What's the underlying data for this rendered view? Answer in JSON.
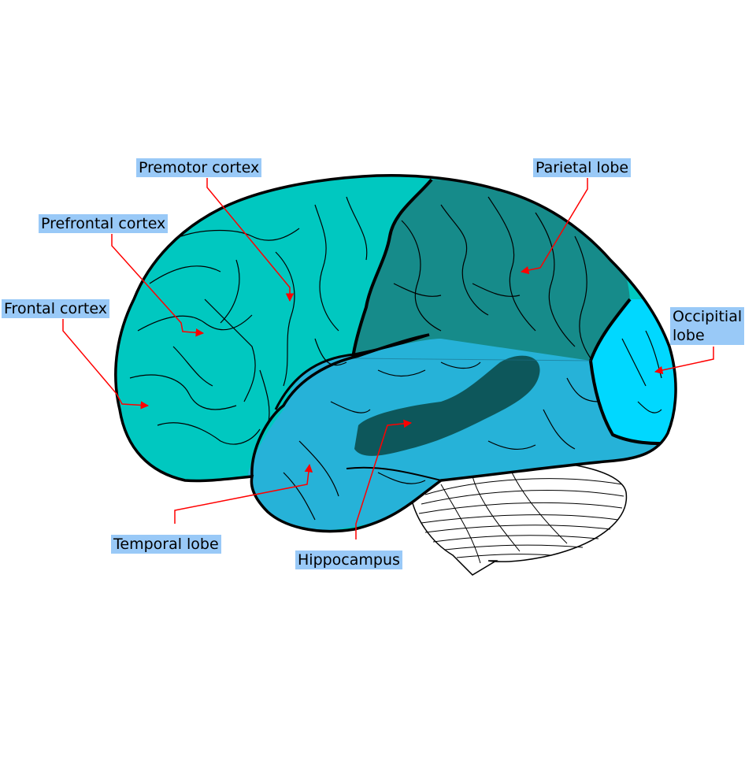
{
  "colors": {
    "frontal": "#00c8c0",
    "parietal": "#168b8a",
    "temporal": "#26b2d8",
    "occipital": "#00d8ff",
    "hippocampus": "#0b4f50",
    "outline": "#000000",
    "arrow": "#ff0000",
    "label_bg": "#99c9f7"
  },
  "labels": {
    "premotor": "Premotor cortex",
    "prefrontal": "Prefrontal cortex",
    "frontal": "Frontal cortex",
    "parietal": "Parietal lobe",
    "occipital_line1": "Occipitial",
    "occipital_line2": "lobe",
    "temporal": "Temporal lobe",
    "hippocampus": "Hippocampus"
  }
}
